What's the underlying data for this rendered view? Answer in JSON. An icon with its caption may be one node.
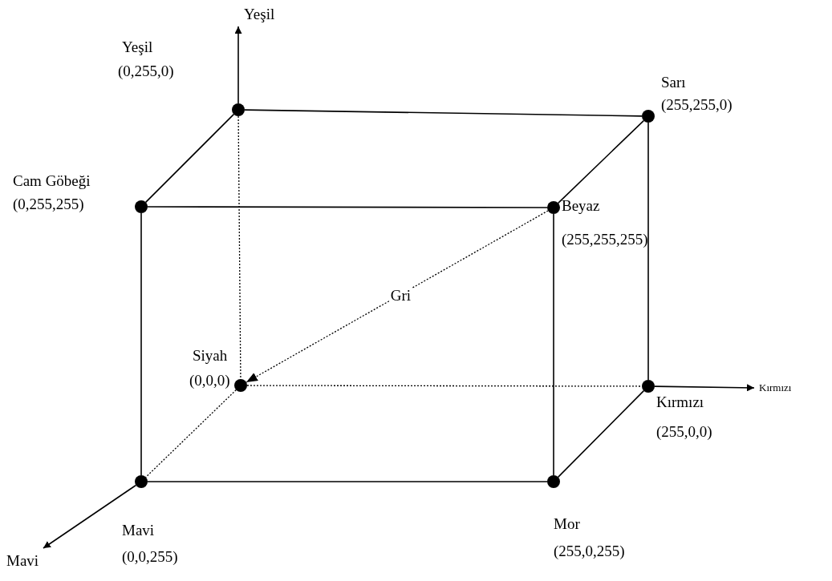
{
  "diagram": {
    "nodes": [
      {
        "text": [
          "Yeşil"
        ]
      },
      {
        "text": [],
        "shape": "circle",
        "beside": [
          "Yeşil",
          "(0,255,0)"
        ]
      },
      {
        "text": [],
        "shape": "circle",
        "beside": [
          "Sarı",
          "(255,255,0)"
        ]
      },
      {
        "text": [],
        "shape": "circle",
        "beside": [
          "Cam Göbeği",
          "(0,255,255)"
        ]
      },
      {
        "text": [],
        "shape": "circle",
        "beside": [
          "Beyaz",
          "(255,255,255)"
        ]
      },
      {
        "text": [],
        "shape": "circle",
        "beside": [
          "Siyah",
          "(0,0,0)"
        ]
      },
      {
        "text": [],
        "shape": "circle",
        "beside": [
          "Kırmızı",
          "(255,0,0)"
        ]
      },
      {
        "text": [
          "Kırmızı"
        ]
      },
      {
        "text": [],
        "shape": "circle",
        "beside": [
          "Mavi",
          "(0,0,255)"
        ]
      },
      {
        "text": [],
        "shape": "circle",
        "beside": [
          "Mor",
          "(255,0,255)"
        ]
      },
      {
        "text": [
          "Mavi"
        ]
      }
    ],
    "edges": [
      {
        "from": 1,
        "to": 0,
        "arrow": "to"
      },
      {
        "from": 1,
        "to": 2,
        "arrow": "none"
      },
      {
        "from": 1,
        "to": 3,
        "arrow": "none"
      },
      {
        "from": 2,
        "to": 4,
        "arrow": "none"
      },
      {
        "from": 2,
        "to": 6,
        "arrow": "none"
      },
      {
        "from": 3,
        "to": 4,
        "arrow": "none"
      },
      {
        "from": 3,
        "to": 8,
        "arrow": "none"
      },
      {
        "from": 4,
        "to": 9,
        "arrow": "none"
      },
      {
        "from": 8,
        "to": 9,
        "arrow": "none"
      },
      {
        "from": 9,
        "to": 6,
        "arrow": "none"
      },
      {
        "from": 1,
        "to": 5,
        "arrow": "none",
        "style": "dashed"
      },
      {
        "from": 5,
        "to": 6,
        "arrow": "none",
        "style": "dashed"
      },
      {
        "from": 5,
        "to": 8,
        "arrow": "none",
        "style": "dashed"
      },
      {
        "from": 4,
        "to": 5,
        "arrow": "to",
        "style": "dashed",
        "label": "Gri"
      },
      {
        "from": 6,
        "to": 7,
        "arrow": "to"
      },
      {
        "from": 8,
        "to": 10,
        "arrow": "to"
      }
    ]
  }
}
